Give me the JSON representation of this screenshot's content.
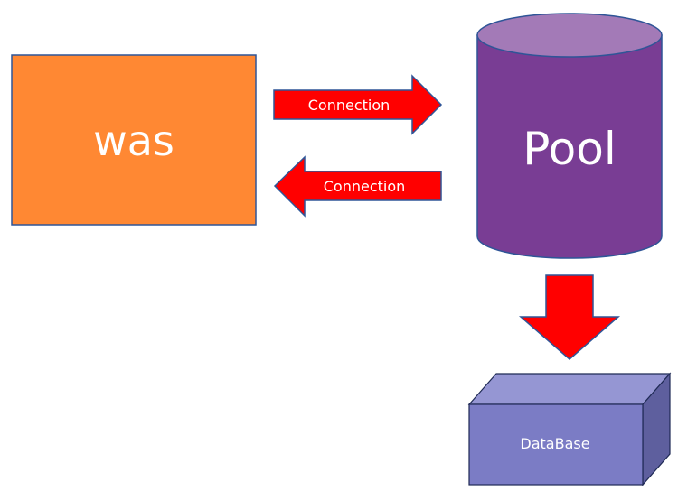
{
  "nodes": {
    "was": {
      "label": "was",
      "fill": "#ff8833",
      "stroke": "#2f5597"
    },
    "pool": {
      "label": "Pool",
      "fill": "#793d94",
      "top_fill": "#a37ab7",
      "stroke": "#2f5597"
    },
    "database": {
      "label": "DataBase",
      "front_fill": "#7b7cc5",
      "top_fill": "#9596d3",
      "side_fill": "#5e5f9e",
      "stroke": "#1f2a55"
    }
  },
  "arrows": {
    "request": {
      "label": "Connection",
      "direction": "right",
      "fill": "#ff0000",
      "stroke": "#2f5597"
    },
    "response": {
      "label": "Connection",
      "direction": "left",
      "fill": "#ff0000",
      "stroke": "#2f5597"
    },
    "to_database": {
      "direction": "down",
      "fill": "#ff0000",
      "stroke": "#2f5597"
    }
  }
}
